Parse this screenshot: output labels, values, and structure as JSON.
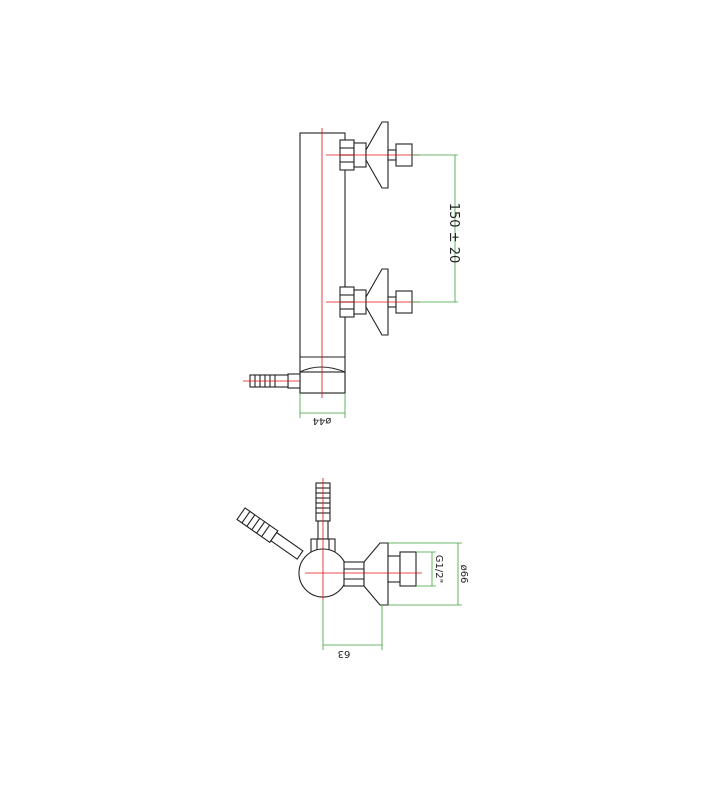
{
  "dimensions": {
    "inlet_spacing": "150 ± 20",
    "body_diameter": "ø44",
    "projection": "63",
    "flange_diameter": "ø66",
    "thread": "G1/2\""
  },
  "colors": {
    "outline": "#222222",
    "centerline": "#e01010",
    "dimension": "#3aa03a"
  }
}
